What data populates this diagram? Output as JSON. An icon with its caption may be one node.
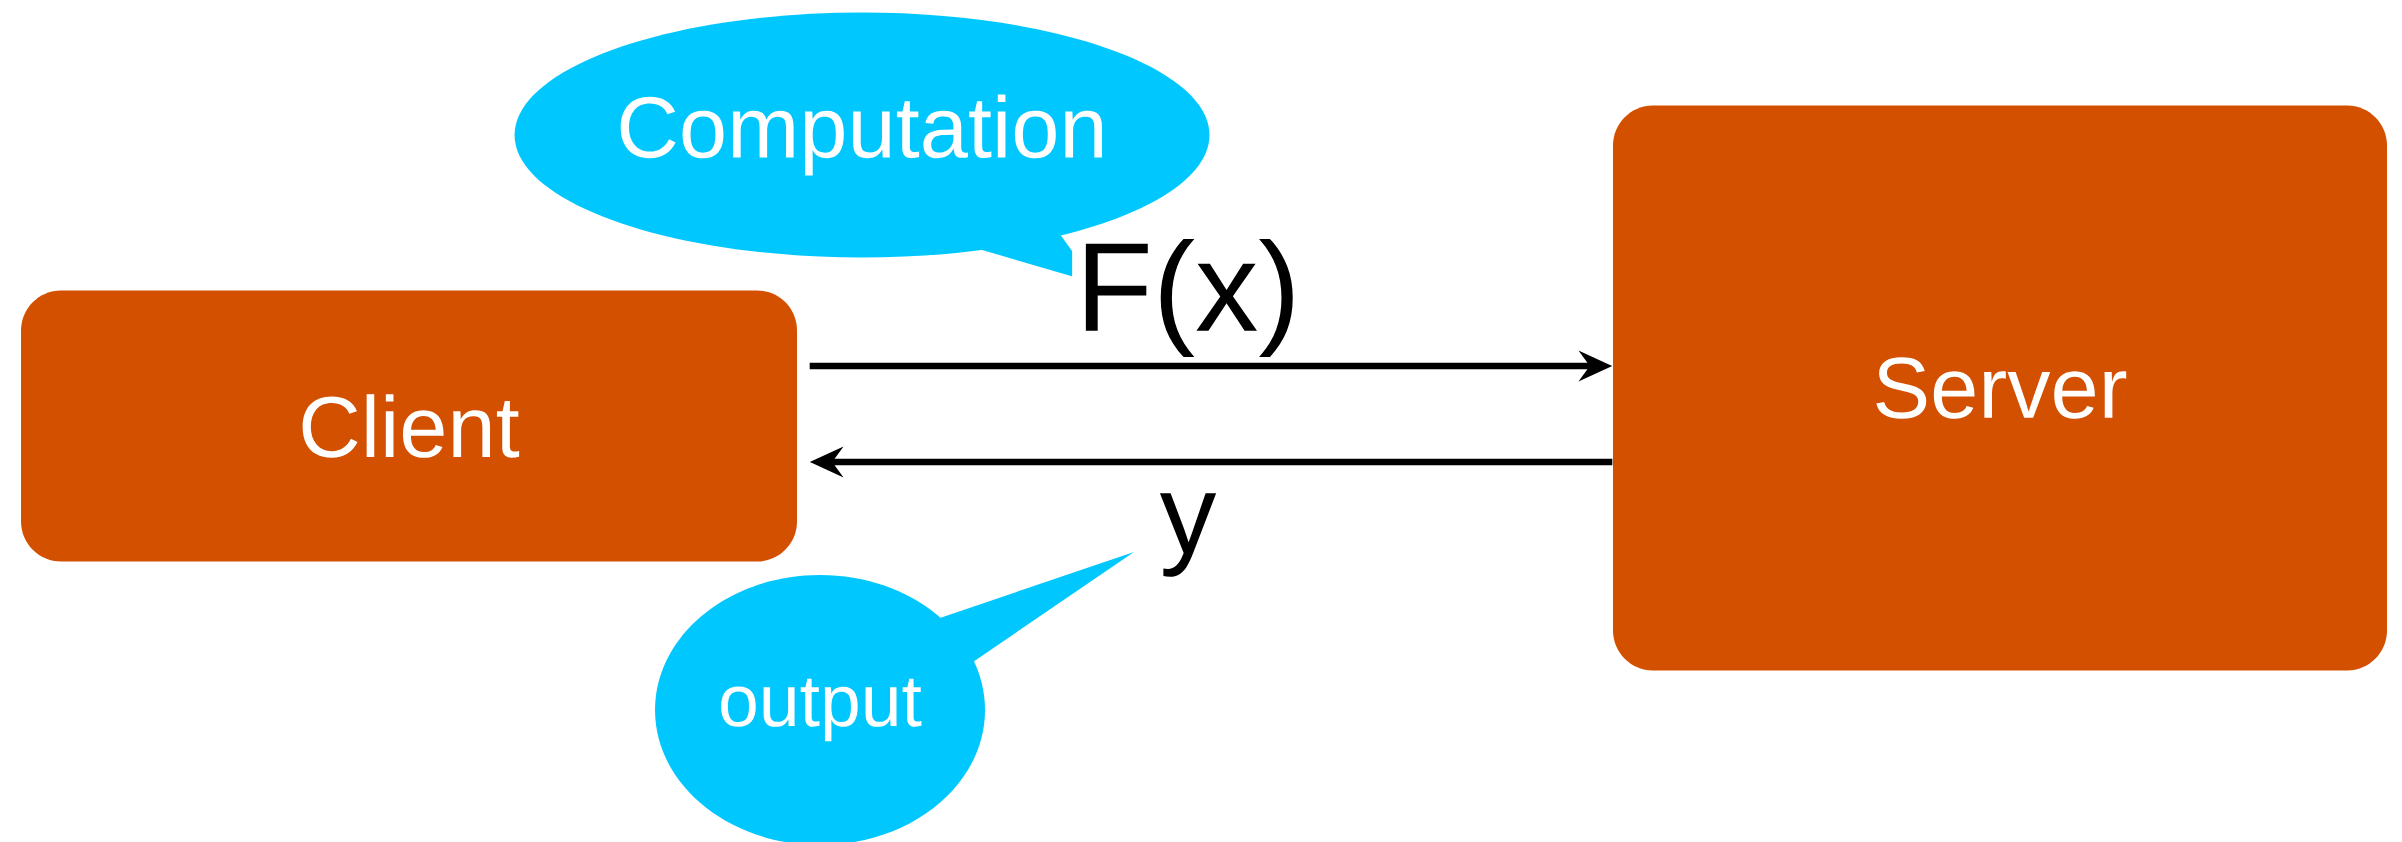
{
  "diagram": {
    "nodes": [
      {
        "text": [
          "Client"
        ]
      },
      {
        "text": [
          "Server"
        ]
      },
      {
        "text": [
          "Computation"
        ]
      },
      {
        "text": [
          "output"
        ]
      }
    ],
    "edges": [
      {
        "from": 0,
        "to": 1,
        "arrow": "to",
        "label": "F(x)"
      },
      {
        "from": 1,
        "to": 0,
        "arrow": "to",
        "label": "y"
      }
    ]
  }
}
